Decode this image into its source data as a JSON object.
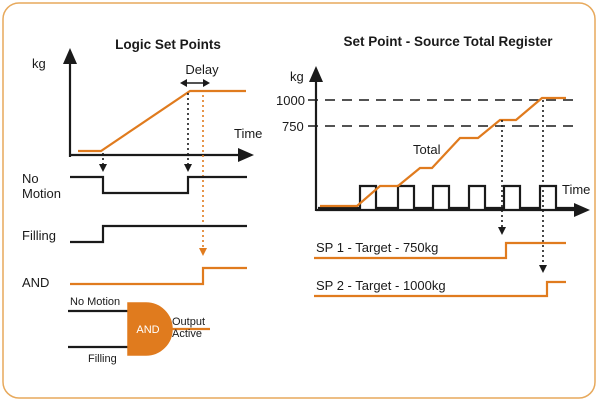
{
  "left_panel": {
    "title": "Logic Set Points",
    "y_axis_label": "kg",
    "x_axis_label": "Time",
    "delay_label": "Delay",
    "signals": [
      {
        "label_line1": "No",
        "label_line2": "Motion"
      },
      {
        "label_line1": "Filling",
        "label_line2": ""
      },
      {
        "label_line1": "AND",
        "label_line2": ""
      }
    ],
    "gate": {
      "input_top": "No Motion",
      "input_bottom": "Filling",
      "gate_label": "AND",
      "output_line1": "Output",
      "output_line2": "Active"
    }
  },
  "right_panel": {
    "title": "Set Point - Source Total Register",
    "y_axis_label": "kg",
    "x_axis_label": "Time",
    "level_high": "1000",
    "level_low": "750",
    "curve_label": "Total",
    "outputs": [
      {
        "label": "SP 1 - Target - 750kg"
      },
      {
        "label": "SP 2 - Target - 1000kg"
      }
    ]
  },
  "colors": {
    "accent": "#e07b1e",
    "frame": "#e7a95c",
    "line": "#1a1a1a"
  }
}
